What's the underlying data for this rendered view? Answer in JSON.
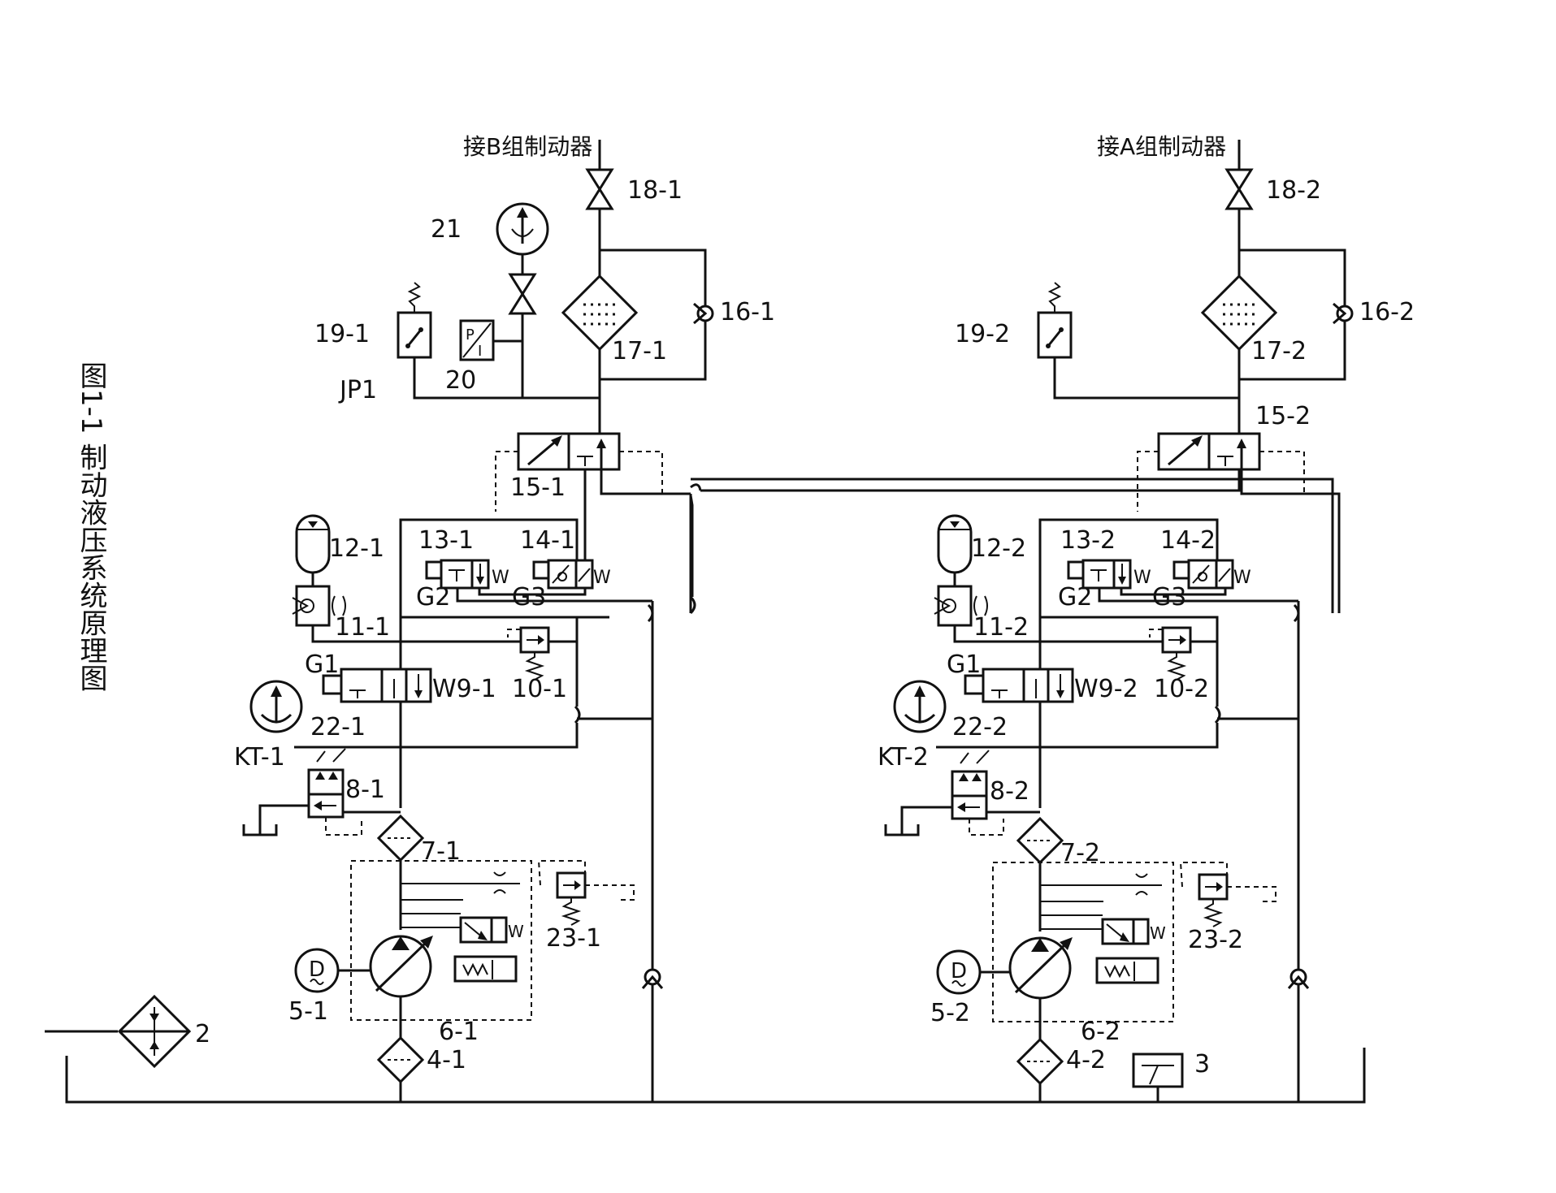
{
  "title": "图1-1 制动液压系统原理图",
  "outlets": {
    "b_group": "接B组制动器",
    "a_group": "接A组制动器"
  },
  "labels": {
    "c1": {
      "v18": "18-1",
      "v16": "16-1",
      "f17": "17-1",
      "v19": "19-1",
      "jp": "JP1",
      "p20": "20",
      "g21": "21",
      "v15": "15-1",
      "a12": "12-1",
      "v13": "13-1",
      "v14": "14-1",
      "g2": "G2",
      "g3": "G3",
      "v11": "11-1",
      "g1": "G1",
      "w9": "W9-1",
      "v10": "10-1",
      "g22": "22-1",
      "kt": "KT-1",
      "v8": "8-1",
      "f7": "7-1",
      "v23": "23-1",
      "m5": "5-1",
      "p6": "6-1",
      "f4": "4-1"
    },
    "c2": {
      "v18": "18-2",
      "v16": "16-2",
      "f17": "17-2",
      "v19": "19-2",
      "v15": "15-2",
      "a12": "12-2",
      "v13": "13-2",
      "v14": "14-2",
      "g2": "G2",
      "g3": "G3",
      "v11": "11-2",
      "g1": "G1",
      "w9": "W9-2",
      "v10": "10-2",
      "g22": "22-2",
      "kt": "KT-2",
      "v8": "8-2",
      "f7": "7-2",
      "v23": "23-2",
      "m5": "5-2",
      "p6": "6-2",
      "f4": "4-2"
    },
    "cooler": "2",
    "thermo": "3"
  },
  "icons": [
    "ball-valve-icon",
    "filter-icon",
    "check-valve-icon",
    "pressure-switch-icon",
    "pressure-gauge-icon",
    "accumulator-icon",
    "solenoid-valve-icon",
    "relief-valve-icon",
    "pump-icon",
    "motor-icon",
    "heat-exchanger-icon",
    "thermometer-icon",
    "tank-icon"
  ]
}
